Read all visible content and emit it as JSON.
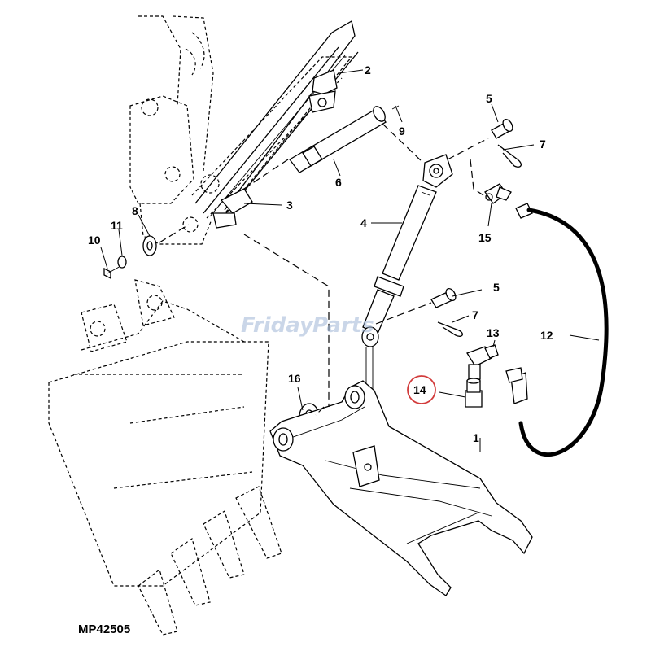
{
  "figure_id": "MP42505",
  "watermark": {
    "text_a": "Friday",
    "text_b": "Parts",
    "color": "#9fb6d6"
  },
  "callouts": [
    {
      "id": "c2",
      "number": "2"
    },
    {
      "id": "c3",
      "number": "3"
    },
    {
      "id": "c4",
      "number": "4"
    },
    {
      "id": "c5a",
      "number": "5"
    },
    {
      "id": "c5b",
      "number": "5"
    },
    {
      "id": "c6",
      "number": "6"
    },
    {
      "id": "c7a",
      "number": "7"
    },
    {
      "id": "c7b",
      "number": "7"
    },
    {
      "id": "c8",
      "number": "8"
    },
    {
      "id": "c9",
      "number": "9"
    },
    {
      "id": "c10",
      "number": "10"
    },
    {
      "id": "c11",
      "number": "11"
    },
    {
      "id": "c12",
      "number": "12"
    },
    {
      "id": "c13",
      "number": "13"
    },
    {
      "id": "c14",
      "number": "14"
    },
    {
      "id": "c15",
      "number": "15"
    },
    {
      "id": "c16",
      "number": "16"
    },
    {
      "id": "c1",
      "number": "1"
    }
  ],
  "highlight": {
    "callout": "14",
    "color": "#d23b3b"
  }
}
